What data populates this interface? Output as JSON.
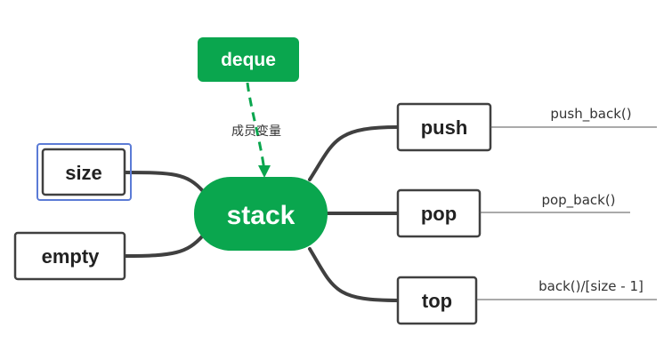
{
  "center": {
    "label": "stack",
    "color": "#0aa64e"
  },
  "member": {
    "label": "deque",
    "color": "#0aa64e"
  },
  "member_edge": {
    "label": "成员变量",
    "color": "#0aa64e"
  },
  "left_nodes": [
    {
      "label": "size",
      "selected": true
    },
    {
      "label": "empty"
    }
  ],
  "right_nodes": [
    {
      "label": "push",
      "note": "push_back()"
    },
    {
      "label": "pop",
      "note": "pop_back()"
    },
    {
      "label": "top",
      "note": "back()/[size - 1]"
    }
  ],
  "colors": {
    "branch": "#404040",
    "selection": "#5b7bd6"
  }
}
